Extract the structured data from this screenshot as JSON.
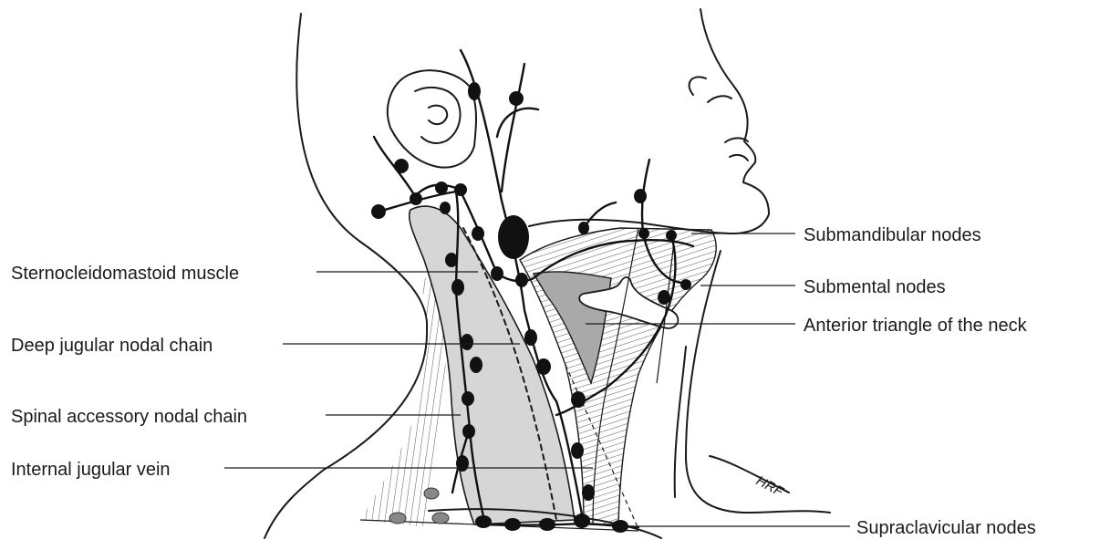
{
  "labels": {
    "submandibular": "Submandibular nodes",
    "submental": "Submental nodes",
    "anterior_triangle": "Anterior triangle of the neck",
    "sternocleidomastoid": "Sternocleidomastoid muscle",
    "deep_jugular": "Deep jugular nodal chain",
    "spinal_accessory": "Spinal accessory nodal chain",
    "internal_jugular": "Internal jugular vein",
    "supraclavicular": "Supraclavicular nodes"
  },
  "signature": "HRF",
  "colors": {
    "line": "#1a1a1a",
    "muscle_fill": "#d6d6d6",
    "triangle_fill": "#a9a9a9",
    "node": "#111111"
  }
}
